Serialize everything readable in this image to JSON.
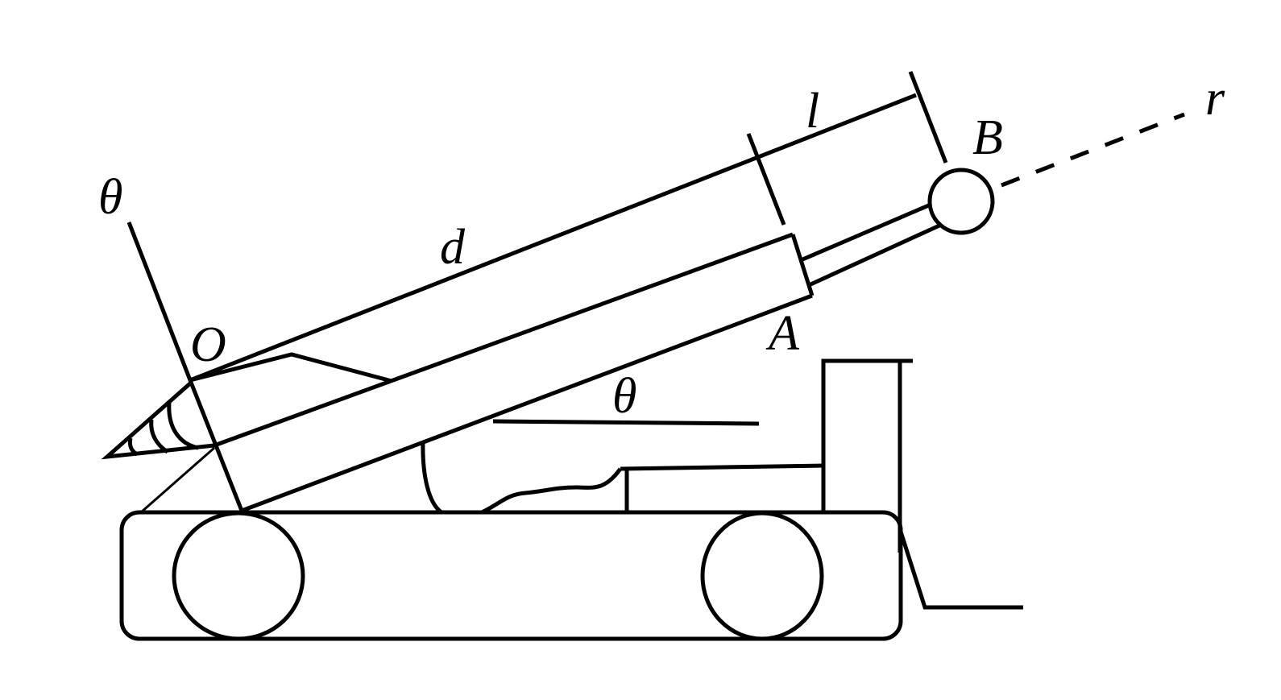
{
  "labels": {
    "theta_top": "θ",
    "O": "O",
    "d": "d",
    "l": "l",
    "B": "B",
    "r": "r",
    "A": "A",
    "theta_mid": "θ"
  }
}
